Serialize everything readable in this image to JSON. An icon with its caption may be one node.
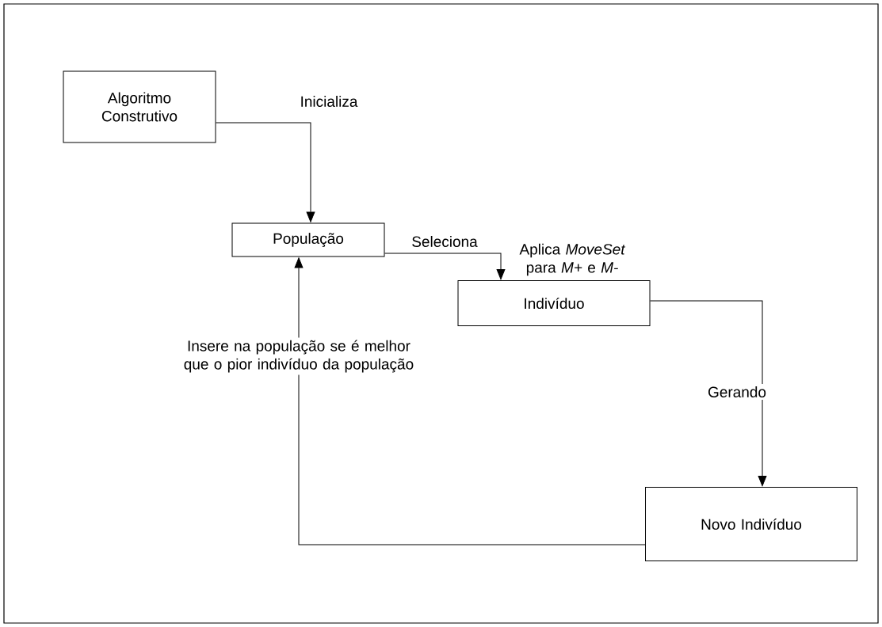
{
  "diagram": {
    "nodes": [
      {
        "text": [
          "Algoritmo Construtivo"
        ]
      },
      {
        "text": [
          "População"
        ]
      },
      {
        "text": [
          "Indivíduo"
        ]
      },
      {
        "text": [
          "Novo Indivíduo"
        ]
      }
    ],
    "edges": [
      {
        "from": 0,
        "to": 1,
        "arrow": "to",
        "label": "Inicializa"
      },
      {
        "from": 1,
        "to": 2,
        "arrow": "to",
        "label": "Seleciona"
      },
      {
        "from": 2,
        "to": 3,
        "arrow": "to",
        "label": "Gerando"
      },
      {
        "from": 3,
        "to": 1,
        "arrow": "to",
        "label": "Insere na população se é melhor que o pior indivíduo da população"
      }
    ],
    "labels": [
      "Aplica *MoveSet* para *M+* e *M-*"
    ]
  }
}
